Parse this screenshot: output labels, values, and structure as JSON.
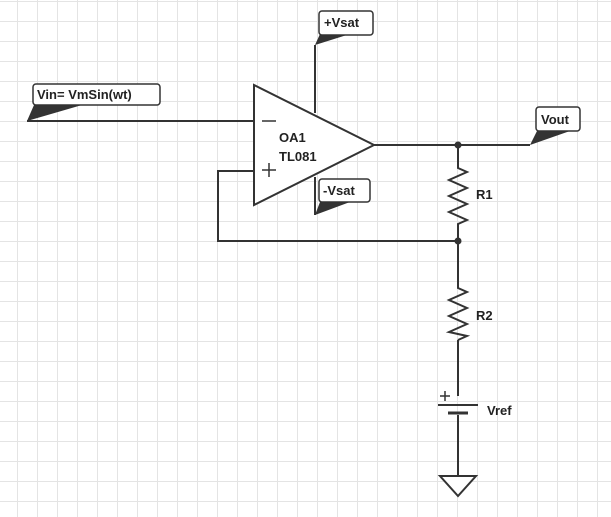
{
  "flags": {
    "vin": "Vin= VmSin(wt)",
    "vpos": "+Vsat",
    "vneg": "-Vsat",
    "vout": "Vout"
  },
  "opamp": {
    "name": "OA1",
    "part": "TL081"
  },
  "resistors": {
    "r1": "R1",
    "r2": "R2"
  },
  "source": {
    "label": "Vref"
  },
  "colors": {
    "wire": "#333333",
    "grid": "#e4e4e4"
  }
}
